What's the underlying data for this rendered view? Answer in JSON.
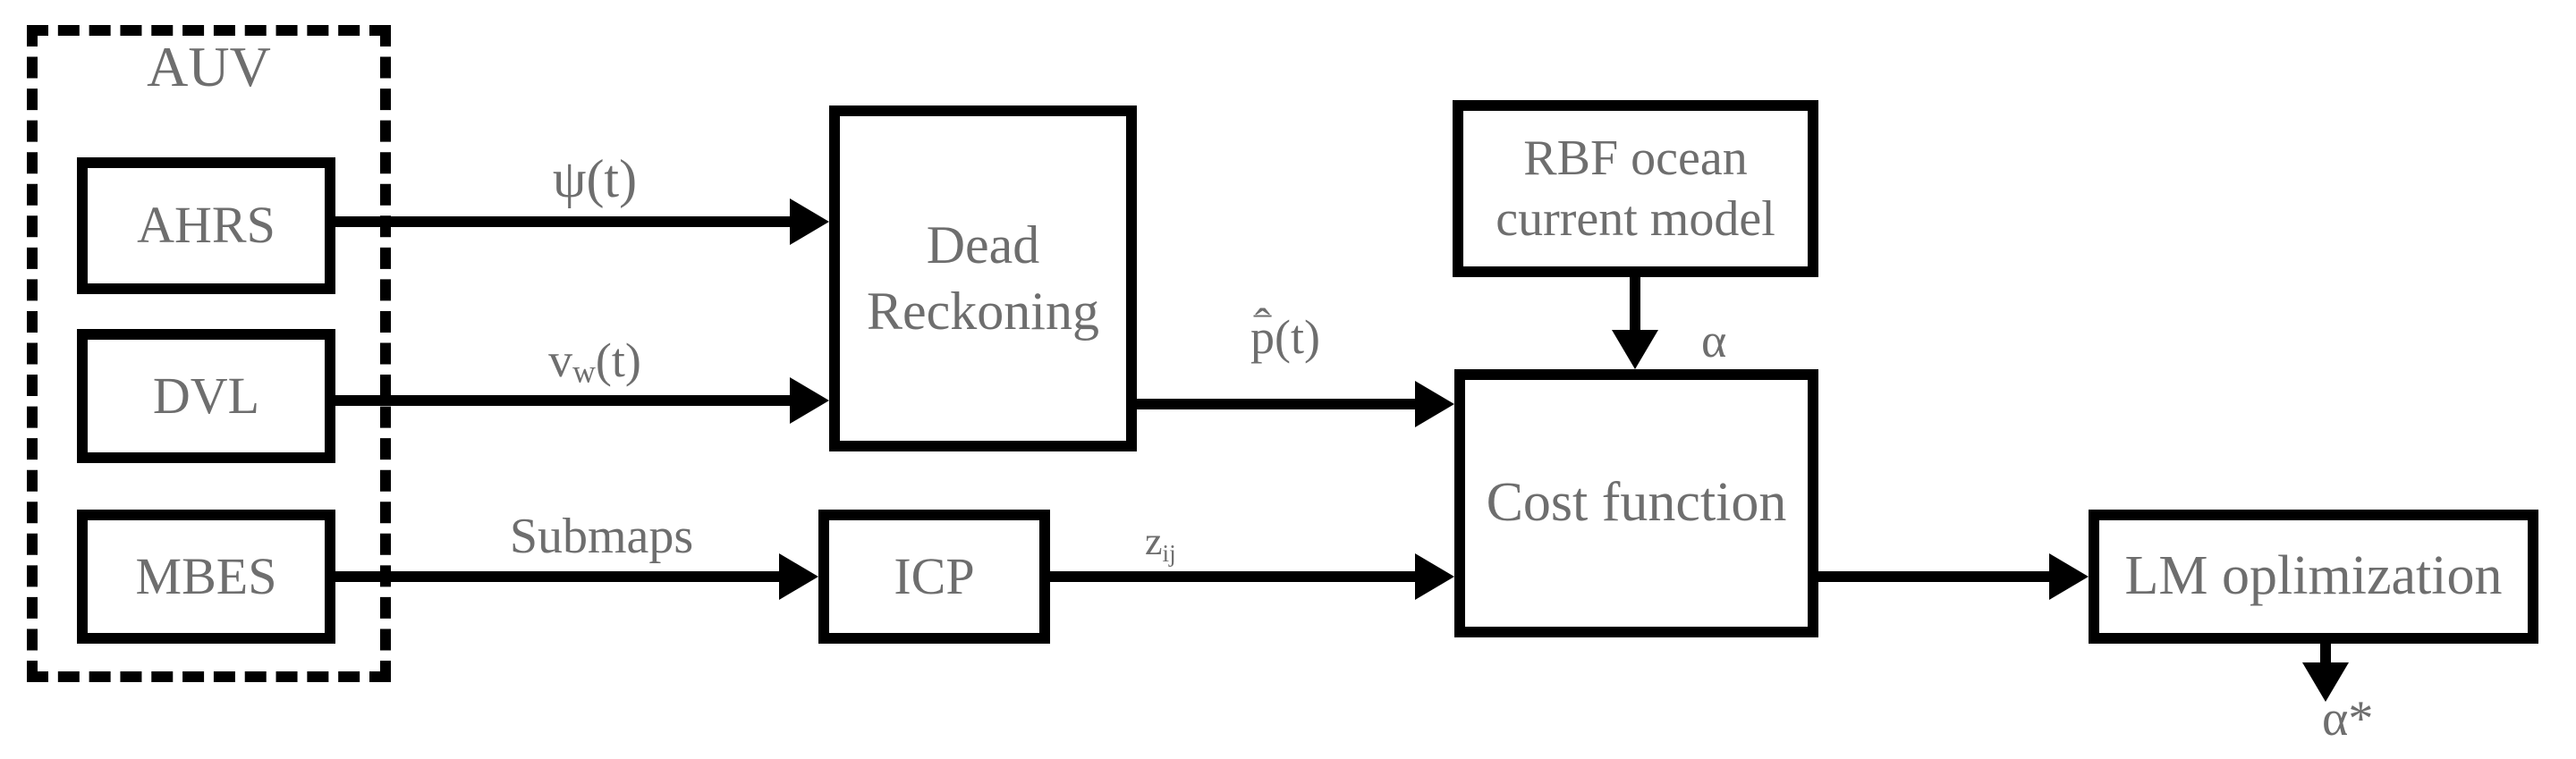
{
  "figure": {
    "colors": {
      "line": "#000000",
      "text": "#6e6e6e",
      "background": "#ffffff"
    }
  },
  "auv": {
    "label": "AUV",
    "sensors": [
      {
        "id": "ahrs",
        "label": "AHRS"
      },
      {
        "id": "dvl",
        "label": "DVL"
      },
      {
        "id": "mbes",
        "label": "MBES"
      }
    ]
  },
  "blocks": {
    "dead_reckoning": {
      "label": "Dead Reckoning"
    },
    "icp": {
      "label": "ICP"
    },
    "rbf": {
      "label": "RBF ocean current model"
    },
    "cost_function": {
      "label": "Cost function"
    },
    "lm": {
      "label": "LM oplimization"
    }
  },
  "signals": {
    "psi": {
      "text": "ψ(t)"
    },
    "vw": {
      "base": "v",
      "sub": "w",
      "rest": "(t)"
    },
    "submaps": {
      "text": "Submaps"
    },
    "p_hat": {
      "hat": "ˆ",
      "bar": "‾",
      "base": "p",
      "rest": "(t)"
    },
    "z": {
      "base": "z",
      "sub": "ij"
    },
    "alpha": {
      "text": "α"
    },
    "alpha_star": {
      "text": "α*"
    }
  }
}
